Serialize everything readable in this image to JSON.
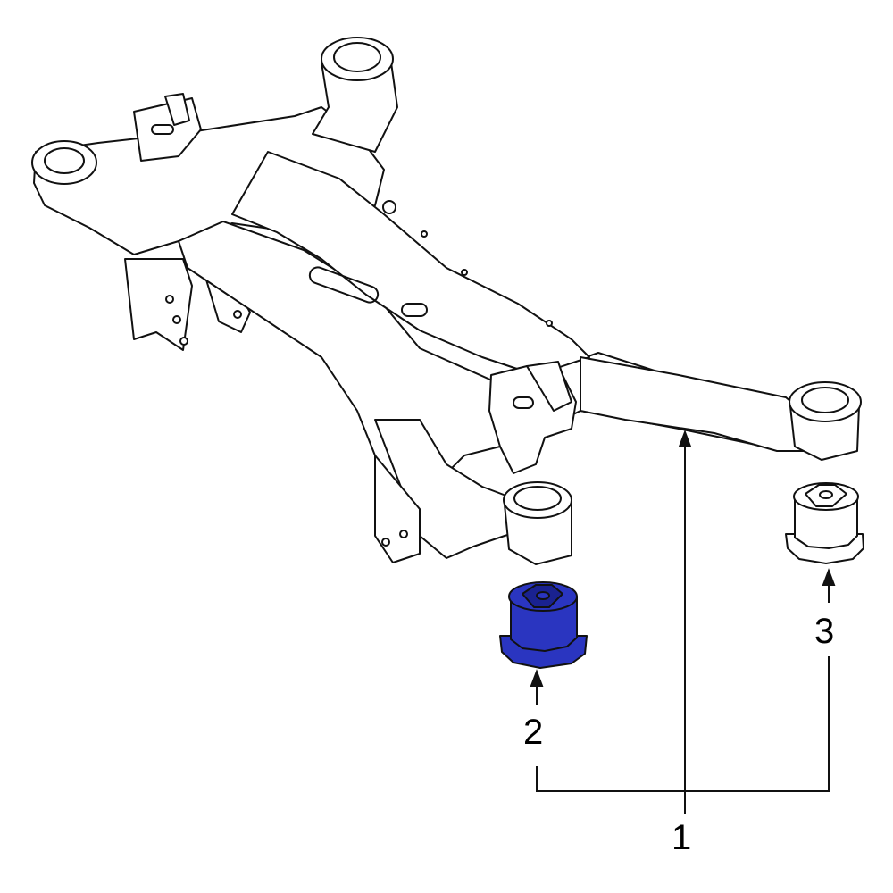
{
  "diagram": {
    "callouts": [
      {
        "label": "1"
      },
      {
        "label": "2"
      },
      {
        "label": "3"
      }
    ],
    "colors": {
      "line": "#111111",
      "highlight": "#2a35c0",
      "highlight_dark": "#1a2290",
      "background": "#ffffff"
    }
  }
}
